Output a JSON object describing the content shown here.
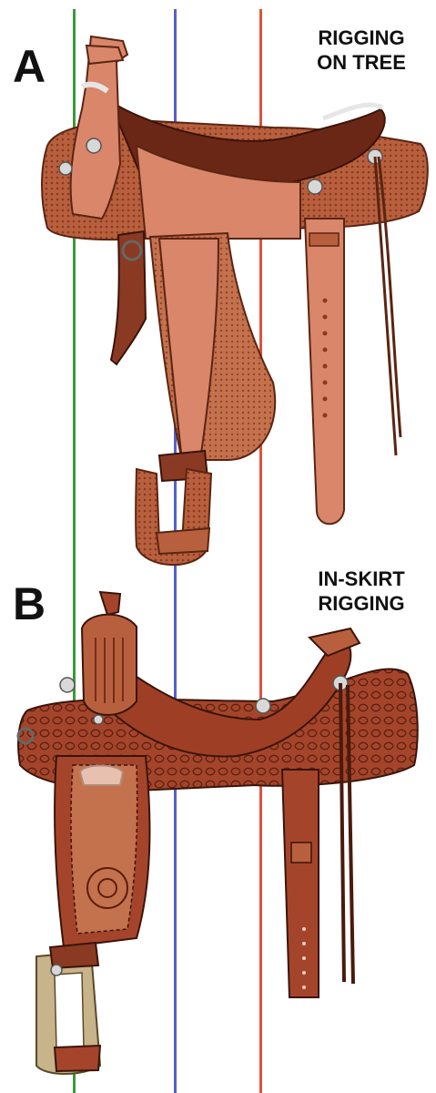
{
  "panels": [
    {
      "letter": "A",
      "caption_line1": "RIGGING",
      "caption_line2": "ON TREE"
    },
    {
      "letter": "B",
      "caption_line1": "IN-SKIRT",
      "caption_line2": "RIGGING"
    }
  ],
  "colors": {
    "line_green": "#3a9a3a",
    "line_blue": "#5561c9",
    "line_red": "#e0513b",
    "leather_light": "#d9866a",
    "leather_mid": "#b8603e",
    "leather_dark": "#8a3a22",
    "leather_b": "#a4452b",
    "stirrup_wood": "#c8b48a"
  },
  "icons": [
    "saddle-a-icon",
    "saddle-b-icon"
  ]
}
